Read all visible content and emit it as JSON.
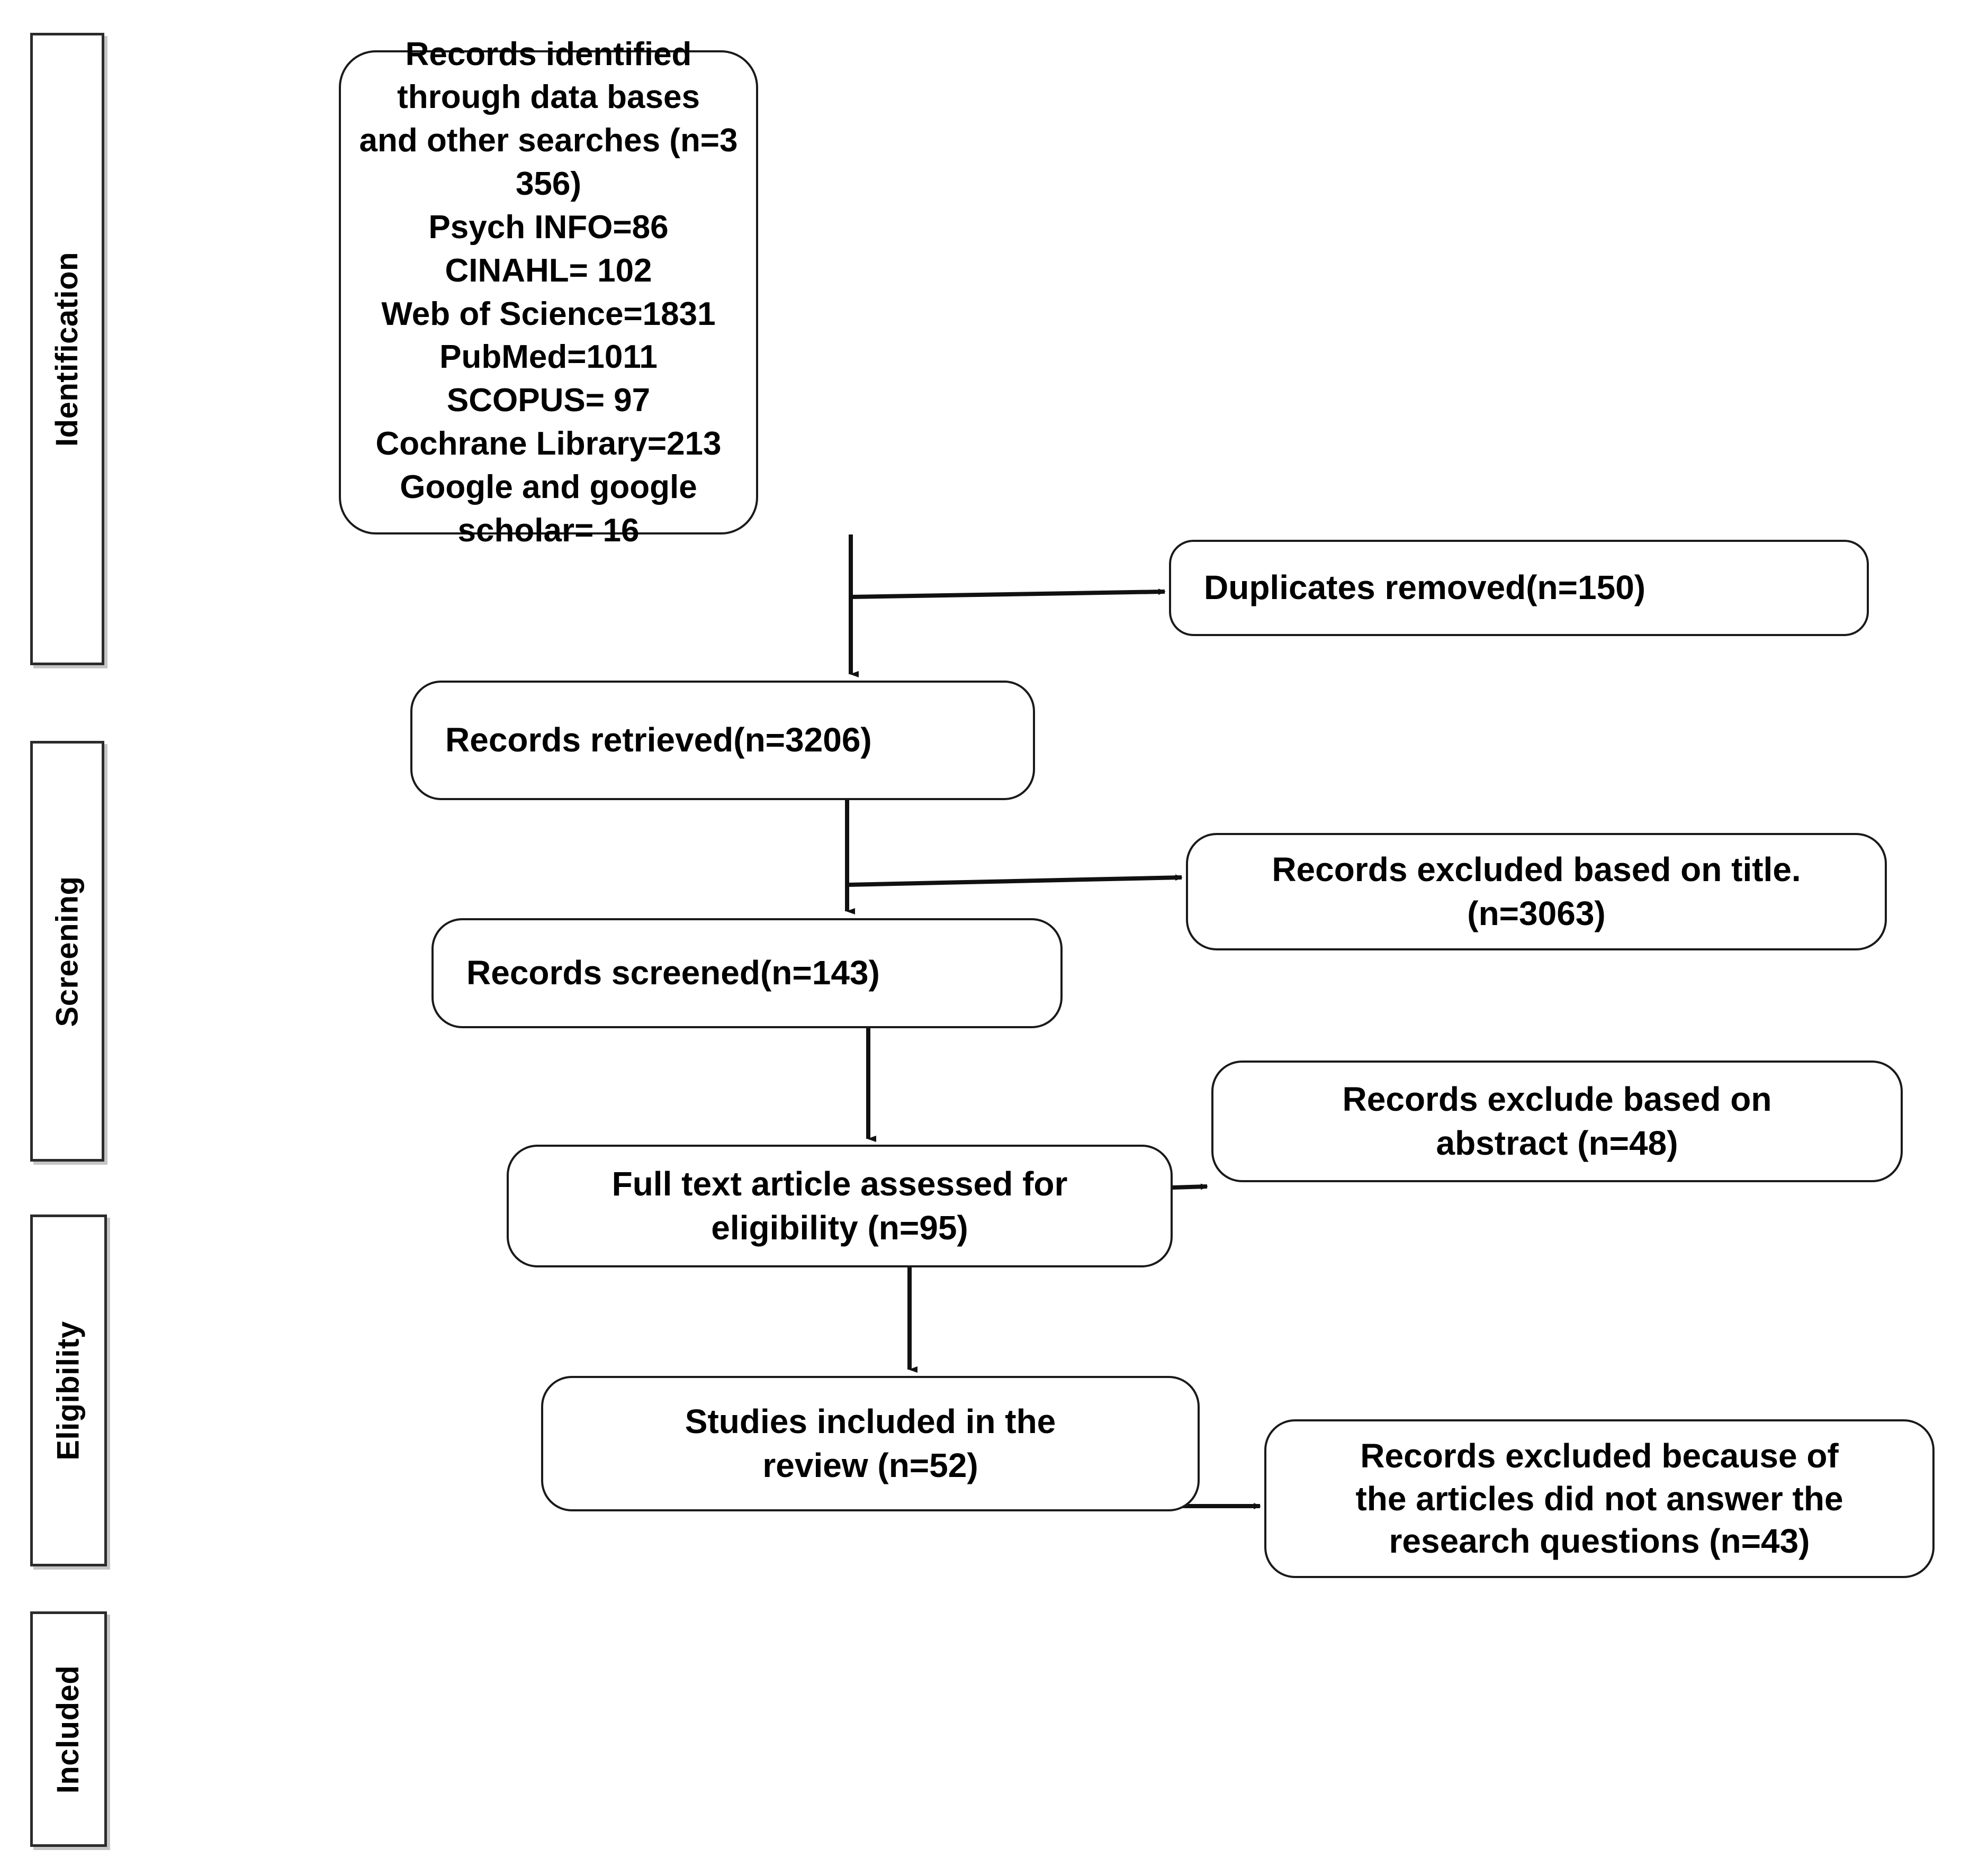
{
  "diagram": {
    "title": "PRISMA study selection flow diagram",
    "stages": [
      {
        "key": "identification",
        "label": "Identification"
      },
      {
        "key": "screening",
        "label": "Screening"
      },
      {
        "key": "eligibility",
        "label": "Eligibility"
      },
      {
        "key": "included",
        "label": "Included"
      }
    ],
    "nodes": {
      "identified": {
        "lines": [
          "Records identified through data bases",
          "and other searches (n=3 356)",
          "Psych INFO=86",
          "CINAHL= 102",
          "Web of Science=1831",
          "PubMed=1011",
          "SCOPUS= 97",
          "Cochrane Library=213",
          "Google and google scholar= 16"
        ],
        "total": "3 356",
        "sources": [
          {
            "name": "Psych INFO",
            "count": 86
          },
          {
            "name": "CINAHL",
            "count": 102
          },
          {
            "name": "Web of Science",
            "count": 1831
          },
          {
            "name": "PubMed",
            "count": 1011
          },
          {
            "name": "SCOPUS",
            "count": 97
          },
          {
            "name": "Cochrane Library",
            "count": 213
          },
          {
            "name": "Google and google scholar",
            "count": 16
          }
        ]
      },
      "duplicates_removed": {
        "text": "Duplicates removed(n=150)",
        "n": 150
      },
      "retrieved": {
        "text": "Records retrieved(n=3206)",
        "n": 3206
      },
      "excluded_title": {
        "lines": [
          "Records excluded based on title.",
          "(n=3063)"
        ],
        "n": 3063
      },
      "screened": {
        "text": "Records screened(n=143)",
        "n": 143
      },
      "excluded_abstract": {
        "lines": [
          "Records exclude based on",
          "abstract (n=48)"
        ],
        "n": 48
      },
      "full_text": {
        "lines": [
          "Full text article assessed for",
          "eligibility (n=95)"
        ],
        "n": 95
      },
      "excluded_research": {
        "lines": [
          "Records excluded because of",
          "the articles did not answer the",
          "research questions (n=43)"
        ],
        "n": 43
      },
      "included": {
        "lines": [
          "Studies included in the",
          "review (n=52)"
        ],
        "n": 52
      }
    },
    "colors": {
      "border": "#1a1a1a",
      "rail_border": "#2b2b2b",
      "background": "#ffffff",
      "text": "#000000",
      "connector": "#1a1a1a"
    }
  }
}
